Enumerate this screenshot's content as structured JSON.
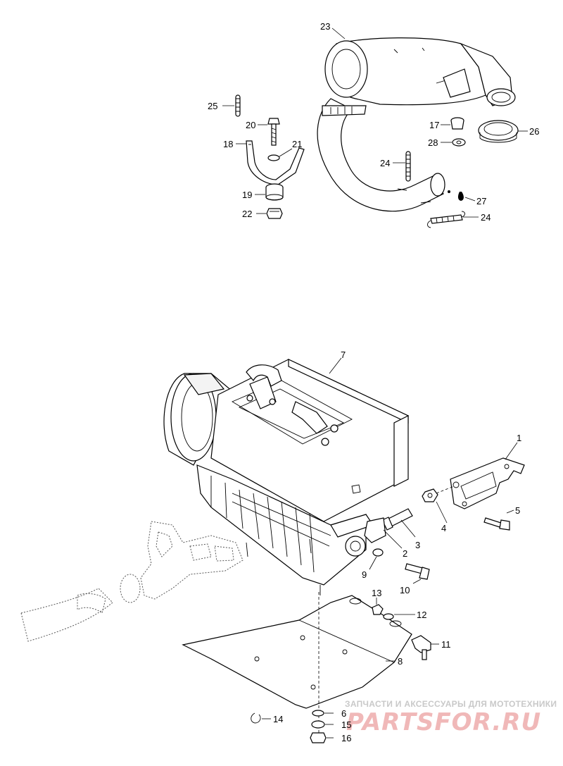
{
  "callouts": {
    "c1": "1",
    "c2": "2",
    "c3": "3",
    "c4": "4",
    "c5": "5",
    "c6": "6",
    "c7": "7",
    "c8": "8",
    "c9": "9",
    "c10": "10",
    "c11": "11",
    "c12": "12",
    "c13": "13",
    "c14": "14",
    "c15": "15",
    "c16": "16",
    "c17": "17",
    "c18": "18",
    "c19": "19",
    "c20": "20",
    "c21": "21",
    "c22": "22",
    "c23": "23",
    "c24a": "24",
    "c24b": "24",
    "c25": "25",
    "c26": "26",
    "c27": "27",
    "c28": "28"
  },
  "watermark": {
    "tagline": "ЗАПЧАСТИ И АКСЕССУАРЫ ДЛЯ МОТОТЕХНИКИ",
    "logo": "PARTSFOR.RU"
  }
}
